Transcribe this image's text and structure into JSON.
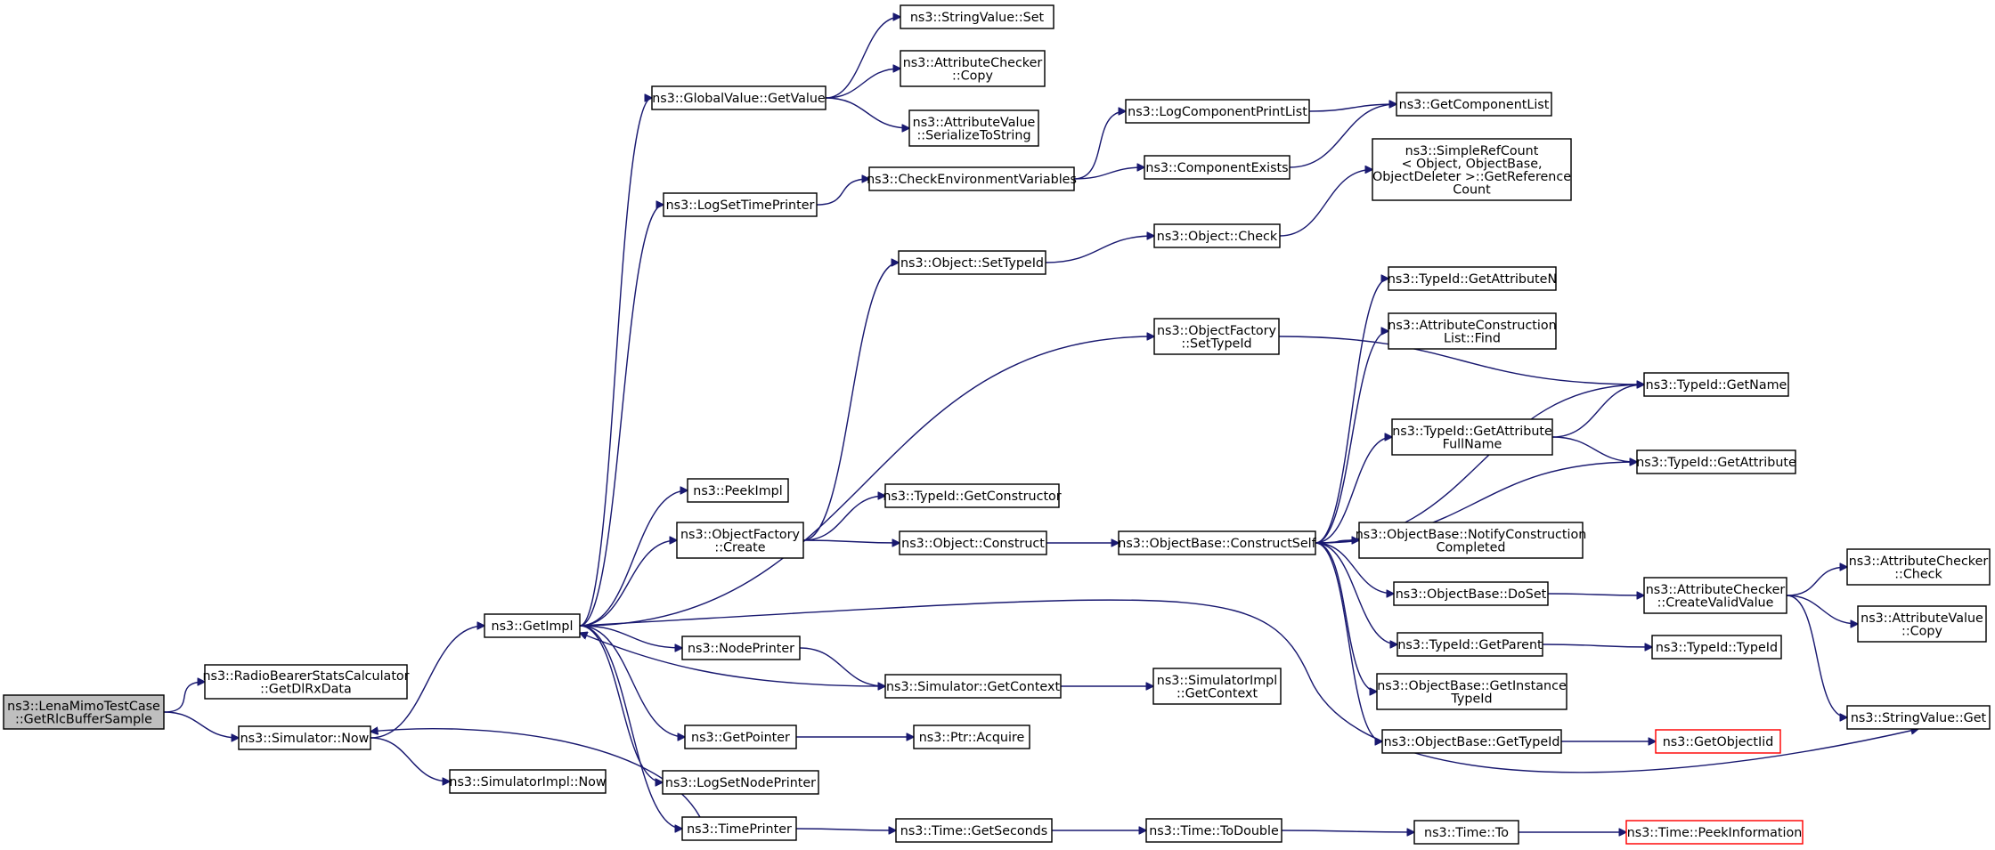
{
  "colors": {
    "edge": "#191970",
    "node_border": "#000000",
    "truncated_border": "#ff0000",
    "root_fill": "#bfbfbf"
  },
  "nodes": {
    "lenamimo": {
      "lines": [
        "ns3::LenaMimoTestCase",
        "::GetRlcBufferSample"
      ]
    },
    "radiobearer": {
      "lines": [
        "ns3::RadioBearerStatsCalculator",
        "::GetDlRxData"
      ]
    },
    "simnow": {
      "lines": [
        "ns3::Simulator::Now"
      ]
    },
    "simimplnow": {
      "lines": [
        "ns3::SimulatorImpl::Now"
      ]
    },
    "getimpl": {
      "lines": [
        "ns3::GetImpl"
      ]
    },
    "gvgetvalue": {
      "lines": [
        "ns3::GlobalValue::GetValue"
      ]
    },
    "stringvalueset": {
      "lines": [
        "ns3::StringValue::Set"
      ]
    },
    "accopy": {
      "lines": [
        "ns3::AttributeChecker",
        "::Copy"
      ]
    },
    "avserialize": {
      "lines": [
        "ns3::AttributeValue",
        "::SerializeToString"
      ]
    },
    "logsettimeprinter": {
      "lines": [
        "ns3::LogSetTimePrinter"
      ]
    },
    "checkenv": {
      "lines": [
        "ns3::CheckEnvironmentVariables"
      ]
    },
    "logcompprintlist": {
      "lines": [
        "ns3::LogComponentPrintList"
      ]
    },
    "getcomplist": {
      "lines": [
        "ns3::GetComponentList"
      ]
    },
    "compexists": {
      "lines": [
        "ns3::ComponentExists"
      ]
    },
    "simplerefcount": {
      "lines": [
        "ns3::SimpleRefCount",
        "< Object, ObjectBase,",
        " ObjectDeleter >::GetReference",
        "Count"
      ]
    },
    "objectcheck": {
      "lines": [
        "ns3::Object::Check"
      ]
    },
    "objectsettypeid": {
      "lines": [
        "ns3::Object::SetTypeId"
      ]
    },
    "ofsettypeid": {
      "lines": [
        "ns3::ObjectFactory",
        "::SetTypeId"
      ]
    },
    "tidgetattrn": {
      "lines": [
        "ns3::TypeId::GetAttributeN"
      ]
    },
    "acllistfind": {
      "lines": [
        "ns3::AttributeConstruction",
        "List::Find"
      ]
    },
    "tidgetname": {
      "lines": [
        "ns3::TypeId::GetName"
      ]
    },
    "tidgetattrfull": {
      "lines": [
        "ns3::TypeId::GetAttribute",
        "FullName"
      ]
    },
    "tidgetattr": {
      "lines": [
        "ns3::TypeId::GetAttribute"
      ]
    },
    "peekimpl": {
      "lines": [
        "ns3::PeekImpl"
      ]
    },
    "tidgetctor": {
      "lines": [
        "ns3::TypeId::GetConstructor"
      ]
    },
    "ofcreate": {
      "lines": [
        "ns3::ObjectFactory",
        "::Create"
      ]
    },
    "objconstruct": {
      "lines": [
        "ns3::Object::Construct"
      ]
    },
    "obconstructself": {
      "lines": [
        "ns3::ObjectBase::ConstructSelf"
      ]
    },
    "obnotify": {
      "lines": [
        "ns3::ObjectBase::NotifyConstruction",
        "Completed"
      ]
    },
    "acheckercheck": {
      "lines": [
        "ns3::AttributeChecker",
        "::Check"
      ]
    },
    "obdoset": {
      "lines": [
        "ns3::ObjectBase::DoSet"
      ]
    },
    "accreatevalid": {
      "lines": [
        "ns3::AttributeChecker",
        "::CreateValidValue"
      ]
    },
    "avcopy": {
      "lines": [
        "ns3::AttributeValue",
        "::Copy"
      ]
    },
    "nodeprinter": {
      "lines": [
        "ns3::NodePrinter"
      ]
    },
    "tidgetparent": {
      "lines": [
        "ns3::TypeId::GetParent"
      ]
    },
    "tidtypeid": {
      "lines": [
        "ns3::TypeId::TypeId"
      ]
    },
    "simgetcontext": {
      "lines": [
        "ns3::Simulator::GetContext"
      ]
    },
    "simimplgetcontext": {
      "lines": [
        "ns3::SimulatorImpl",
        "::GetContext"
      ]
    },
    "obgetinstance": {
      "lines": [
        "ns3::ObjectBase::GetInstance",
        "TypeId"
      ]
    },
    "stringvalueget": {
      "lines": [
        "ns3::StringValue::Get"
      ]
    },
    "getpointer": {
      "lines": [
        "ns3::GetPointer"
      ]
    },
    "ptracquire": {
      "lines": [
        "ns3::Ptr::Acquire"
      ]
    },
    "obgettypeid": {
      "lines": [
        "ns3::ObjectBase::GetTypeId"
      ]
    },
    "getobjectiid": {
      "lines": [
        "ns3::GetObjectIid"
      ]
    },
    "logsetnodeprinter": {
      "lines": [
        "ns3::LogSetNodePrinter"
      ]
    },
    "timeprinter": {
      "lines": [
        "ns3::TimePrinter"
      ]
    },
    "timegetseconds": {
      "lines": [
        "ns3::Time::GetSeconds"
      ]
    },
    "timetodouble": {
      "lines": [
        "ns3::Time::ToDouble"
      ]
    },
    "timeto": {
      "lines": [
        "ns3::Time::To"
      ]
    },
    "timepeekinfo": {
      "lines": [
        "ns3::Time::PeekInformation"
      ]
    }
  },
  "edges": [
    [
      "lenamimo",
      "radiobearer"
    ],
    [
      "lenamimo",
      "simnow"
    ],
    [
      "simnow",
      "getimpl"
    ],
    [
      "simnow",
      "simimplnow"
    ],
    [
      "getimpl",
      "gvgetvalue"
    ],
    [
      "getimpl",
      "logsettimeprinter"
    ],
    [
      "getimpl",
      "ofsettypeid"
    ],
    [
      "getimpl",
      "peekimpl"
    ],
    [
      "getimpl",
      "ofcreate"
    ],
    [
      "getimpl",
      "nodeprinter"
    ],
    [
      "getimpl",
      "stringvalueget"
    ],
    [
      "getimpl",
      "getpointer"
    ],
    [
      "getimpl",
      "logsetnodeprinter"
    ],
    [
      "getimpl",
      "timeprinter"
    ],
    [
      "gvgetvalue",
      "stringvalueset"
    ],
    [
      "gvgetvalue",
      "accopy"
    ],
    [
      "gvgetvalue",
      "avserialize"
    ],
    [
      "logsettimeprinter",
      "checkenv"
    ],
    [
      "checkenv",
      "logcompprintlist"
    ],
    [
      "checkenv",
      "compexists"
    ],
    [
      "logcompprintlist",
      "getcomplist"
    ],
    [
      "compexists",
      "getcomplist"
    ],
    [
      "objectcheck",
      "simplerefcount"
    ],
    [
      "objectsettypeid",
      "objectcheck"
    ],
    [
      "ofcreate",
      "objectsettypeid"
    ],
    [
      "ofcreate",
      "tidgetctor"
    ],
    [
      "ofcreate",
      "objconstruct"
    ],
    [
      "objconstruct",
      "obconstructself"
    ],
    [
      "ofsettypeid",
      "tidgetname"
    ],
    [
      "obconstructself",
      "tidgetattrn"
    ],
    [
      "obconstructself",
      "acllistfind"
    ],
    [
      "obconstructself",
      "tidgetname"
    ],
    [
      "obconstructself",
      "tidgetattrfull"
    ],
    [
      "obconstructself",
      "tidgetattr"
    ],
    [
      "obconstructself",
      "obnotify"
    ],
    [
      "obconstructself",
      "obdoset"
    ],
    [
      "obconstructself",
      "tidgetparent"
    ],
    [
      "obconstructself",
      "obgetinstance"
    ],
    [
      "obconstructself",
      "obgettypeid"
    ],
    [
      "tidgetattrfull",
      "tidgetname"
    ],
    [
      "tidgetattrfull",
      "tidgetattr"
    ],
    [
      "obdoset",
      "accreatevalid"
    ],
    [
      "accreatevalid",
      "acheckercheck"
    ],
    [
      "accreatevalid",
      "avcopy"
    ],
    [
      "accreatevalid",
      "stringvalueget"
    ],
    [
      "tidgetparent",
      "tidtypeid"
    ],
    [
      "obgettypeid",
      "getobjectiid"
    ],
    [
      "nodeprinter",
      "simgetcontext"
    ],
    [
      "simgetcontext",
      "getimpl"
    ],
    [
      "simgetcontext",
      "simimplgetcontext"
    ],
    [
      "getpointer",
      "ptracquire"
    ],
    [
      "timeprinter",
      "simnow"
    ],
    [
      "timeprinter",
      "timegetseconds"
    ],
    [
      "timegetseconds",
      "timetodouble"
    ],
    [
      "timetodouble",
      "timeto"
    ],
    [
      "timeto",
      "timepeekinfo"
    ]
  ]
}
